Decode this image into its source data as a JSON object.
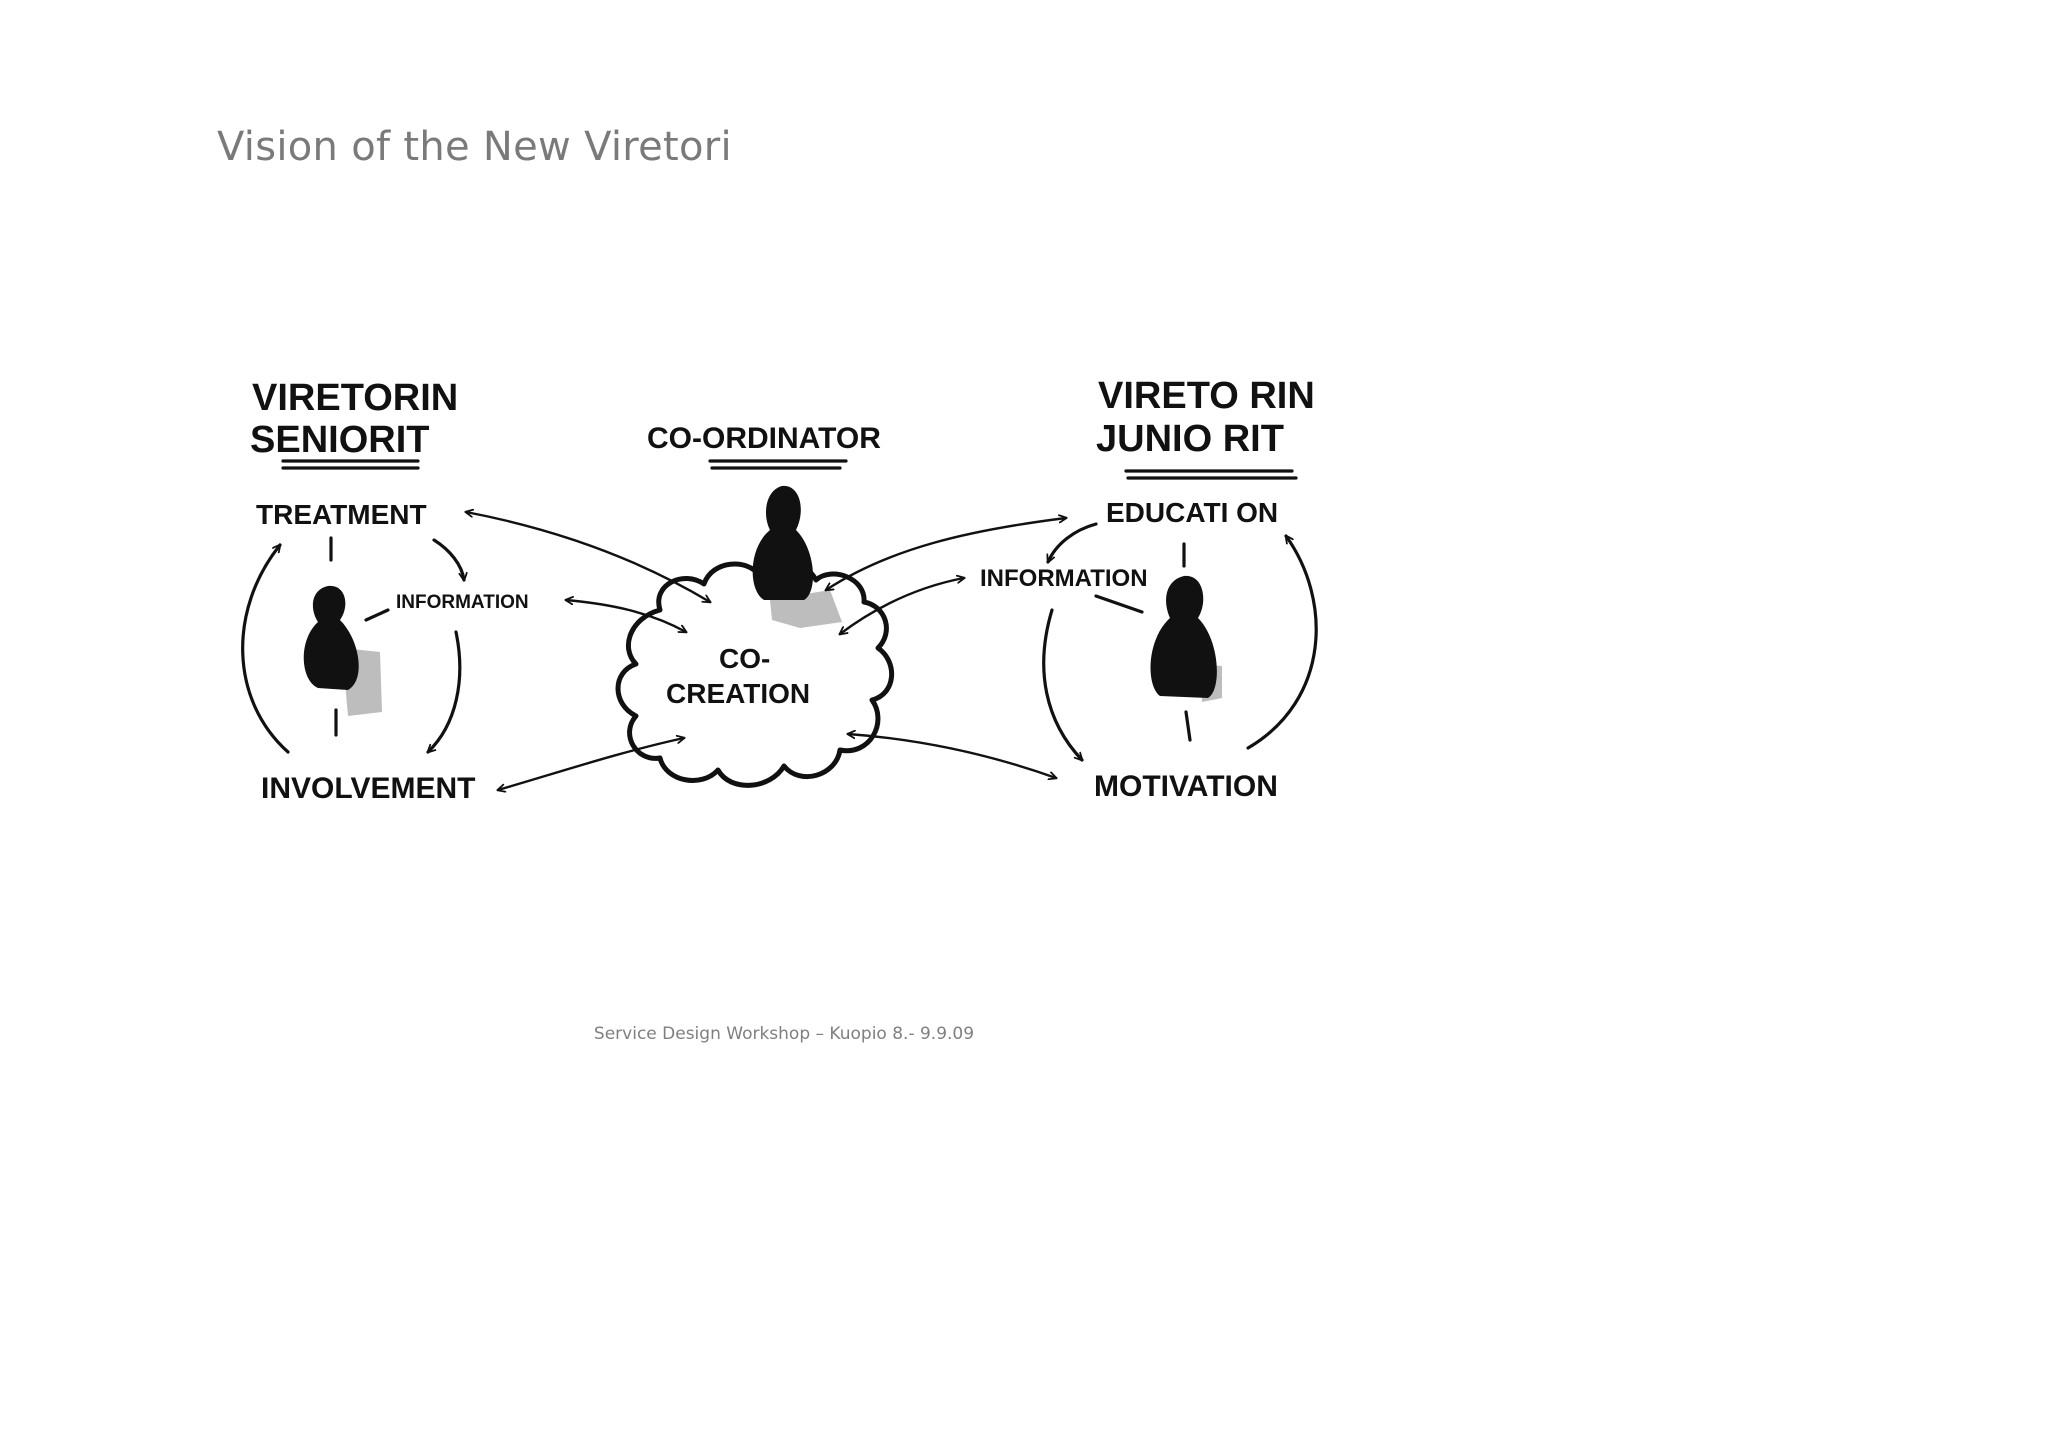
{
  "slide": {
    "title": "Vision of the New Viretori",
    "footer": "Service Design Workshop – Kuopio 8.- 9.9.09"
  },
  "diagram": {
    "left_group": {
      "heading_line1": "VIRETORIN",
      "heading_line2": "SENIORIT",
      "top": "TREATMENT",
      "middle": "INFORMATION",
      "bottom": "INVOLVEMENT"
    },
    "center": {
      "heading": "CO-ORDINATOR",
      "cloud_line1": "CO-",
      "cloud_line2": "CREATION"
    },
    "right_group": {
      "heading_line1": "VIRETO RIN",
      "heading_line2": "JUNIO RIT",
      "top": "EDUCATI ON",
      "middle": "INFORMATION",
      "bottom": "MOTIVATION"
    }
  },
  "colors": {
    "ink": "#111111",
    "shadow": "#bdbdbd",
    "title": "#7a7a7a",
    "footer": "#7f7f7f"
  }
}
